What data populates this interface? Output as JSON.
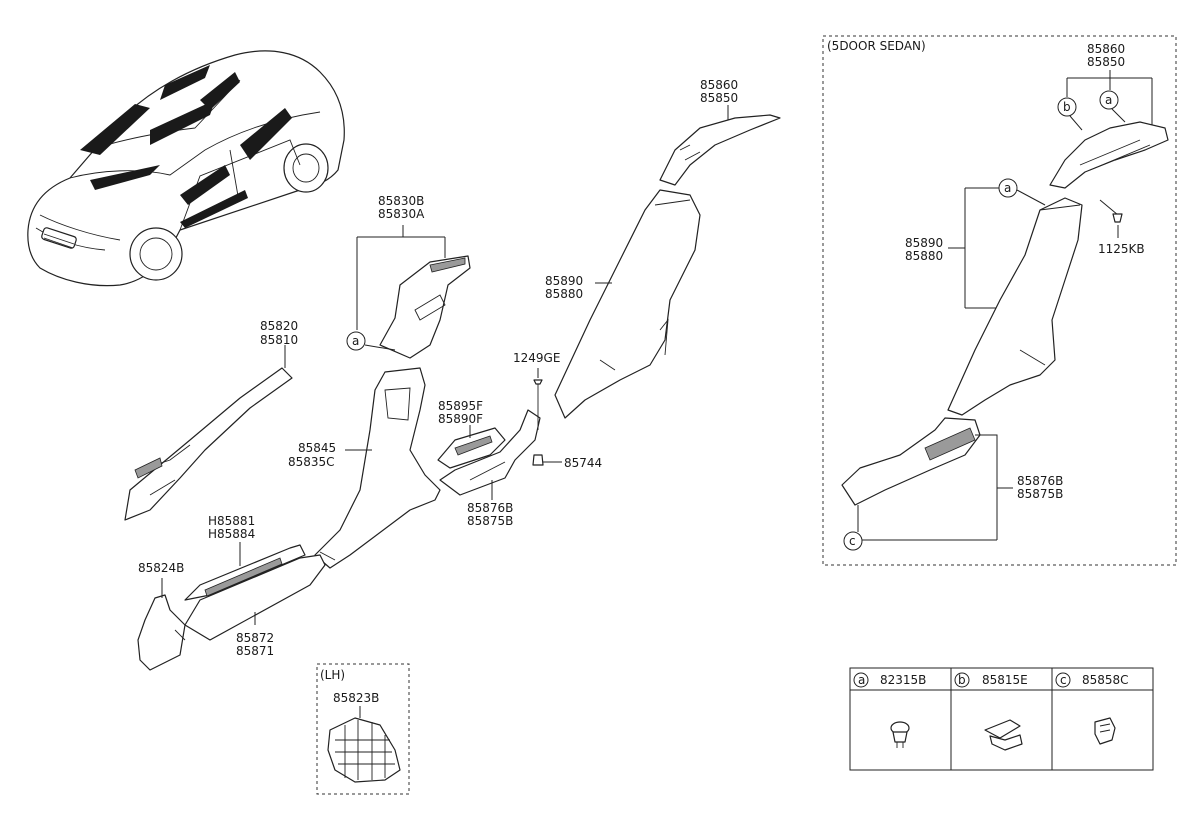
{
  "frames": {
    "five_door_title": "(5DOOR SEDAN)",
    "lh_title": "(LH)"
  },
  "labels": {
    "p85830B": "85830B",
    "p85830A": "85830A",
    "p85820": "85820",
    "p85810": "85810",
    "p85845": "85845",
    "p85835C": "85835C",
    "p85895F": "85895F",
    "p85890F": "85890F",
    "p1249GE": "1249GE",
    "p85744": "85744",
    "p85876B": "85876B",
    "p85875B": "85875B",
    "p85860": "85860",
    "p85850": "85850",
    "p85890": "85890",
    "p85880": "85880",
    "pH85881": "H85881",
    "pH85884": "H85884",
    "p85824B": "85824B",
    "p85872": "85872",
    "p85871": "85871",
    "p85823B": "85823B",
    "p85860_5d": "85860",
    "p85850_5d": "85850",
    "p85890_5d": "85890",
    "p85880_5d": "85880",
    "p1125KB": "1125KB",
    "p85876B_5d": "85876B",
    "p85875B_5d": "85875B"
  },
  "callouts": {
    "a": "a",
    "b": "b",
    "c": "c"
  },
  "legend": [
    {
      "letter": "a",
      "part": "82315B"
    },
    {
      "letter": "b",
      "part": "85815E"
    },
    {
      "letter": "c",
      "part": "85858C"
    }
  ]
}
